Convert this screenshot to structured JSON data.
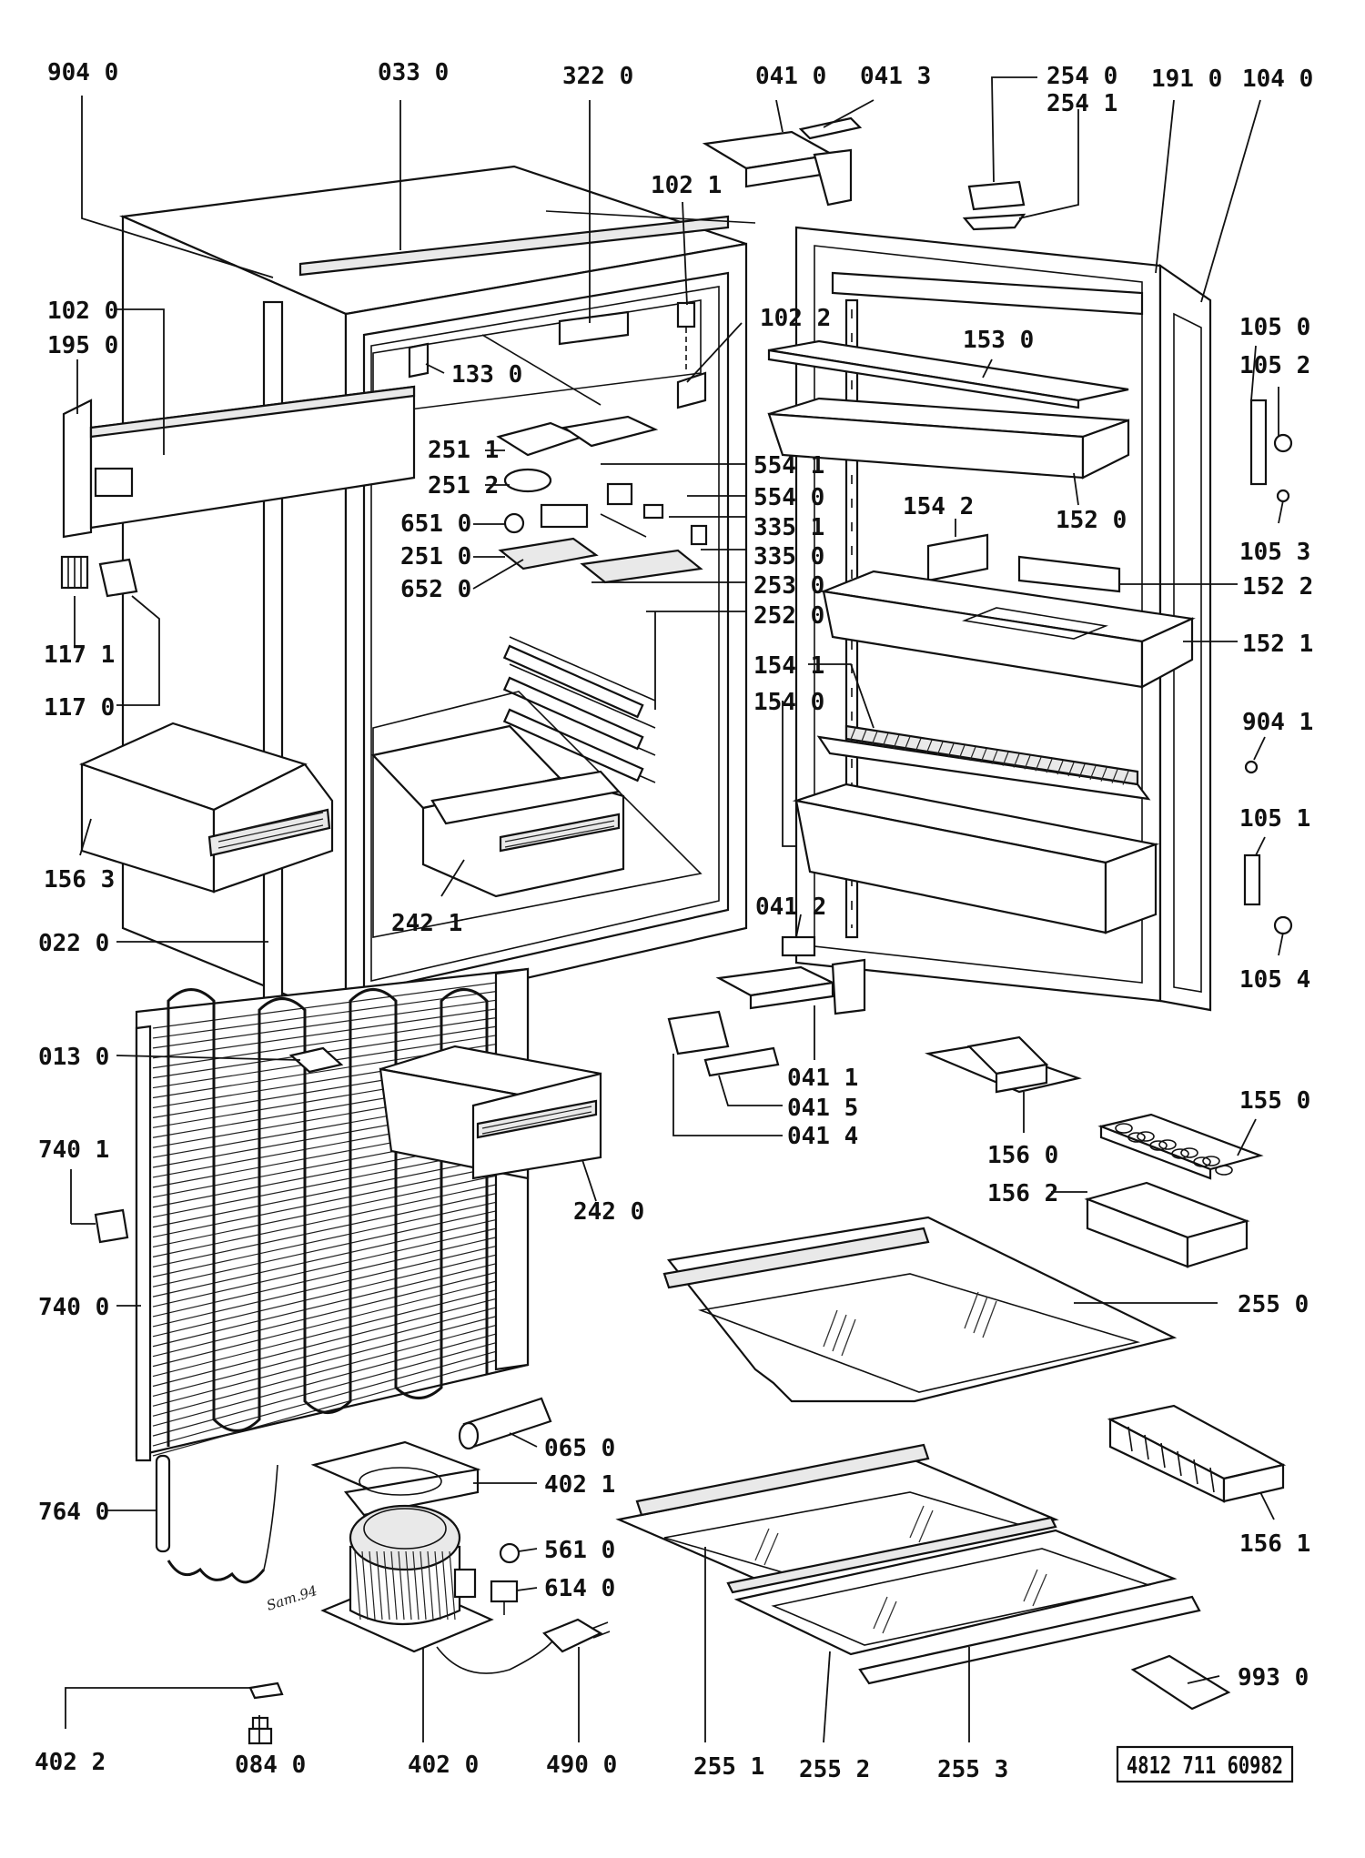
{
  "labels": {
    "p9040": "904 0",
    "p0330": "033 0",
    "p3220": "322 0",
    "p0410": "041 0",
    "p0413": "041 3",
    "p2540": "254 0",
    "p2541": "254 1",
    "p1910": "191 0",
    "p1040": "104 0",
    "p1021": "102 1",
    "p1020": "102 0",
    "p1950": "195 0",
    "p1022": "102 2",
    "p1050": "105 0",
    "p1052": "105 2",
    "p1530": "153 0",
    "p1330": "133 0",
    "p2511": "251 1",
    "p5541": "554 1",
    "p2512": "251 2",
    "p5540": "554 0",
    "p6510": "651 0",
    "p3351": "335 1",
    "p1542": "154 2",
    "p1520": "152 0",
    "p2510": "251 0",
    "p3350": "335 0",
    "p1053": "105 3",
    "p6520": "652 0",
    "p2530": "253 0",
    "p1522": "152 2",
    "p2520": "252 0",
    "p1171": "117 1",
    "p1521": "152 1",
    "p1541": "154 1",
    "p1540": "154 0",
    "p1170": "117 0",
    "p9041": "904 1",
    "p1051": "105 1",
    "p1563": "156 3",
    "p2421": "242 1",
    "p0412": "041 2",
    "p0220": "022 0",
    "p1054": "105 4",
    "p0130": "013 0",
    "p0411": "041 1",
    "p0415": "041 5",
    "p0414": "041 4",
    "p1550": "155 0",
    "p7401": "740 1",
    "p1560": "156 0",
    "p1562": "156 2",
    "p2420": "242 0",
    "p7400": "740 0",
    "p2550": "255 0",
    "p0650": "065 0",
    "p4021": "402 1",
    "p7640": "764 0",
    "p5610": "561 0",
    "p6140": "614 0",
    "p1561": "156 1",
    "p9930": "993 0",
    "p4022": "402 2",
    "p0840": "084 0",
    "p4020": "402 0",
    "p4900": "490 0",
    "p2551": "255 1",
    "p2552": "255 2",
    "p2553": "255 3"
  },
  "reference_number": "4812 711 60982",
  "drawing_signature": "Sam.94"
}
